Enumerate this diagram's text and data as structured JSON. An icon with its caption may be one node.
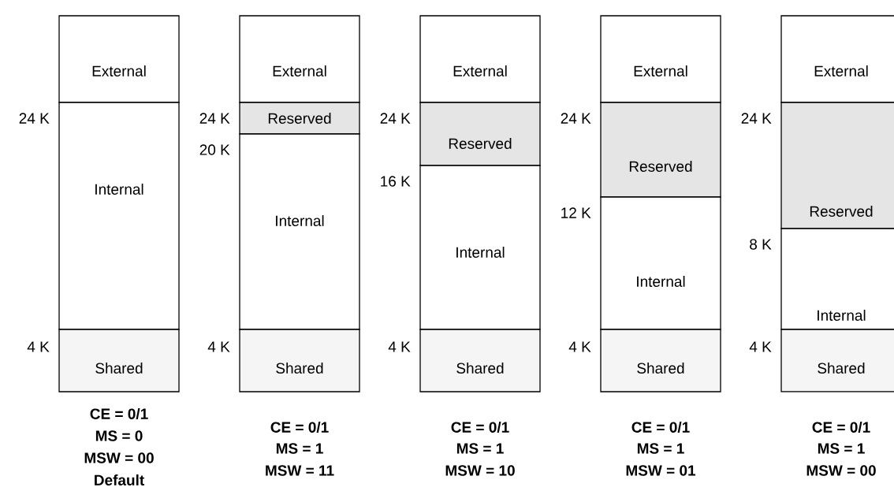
{
  "diagram": {
    "nodes": [
      {
        "text": [
          "External"
        ]
      },
      {
        "text": [
          "Internal"
        ]
      },
      {
        "text": [
          "Shared"
        ]
      },
      {
        "text": [
          "External"
        ]
      },
      {
        "text": [
          "Reserved"
        ]
      },
      {
        "text": [
          "Internal"
        ]
      },
      {
        "text": [
          "Shared"
        ]
      },
      {
        "text": [
          "External"
        ]
      },
      {
        "text": [
          "Reserved"
        ]
      },
      {
        "text": [
          "Internal"
        ]
      },
      {
        "text": [
          "Shared"
        ]
      },
      {
        "text": [
          "External"
        ]
      },
      {
        "text": [
          "Reserved"
        ]
      },
      {
        "text": [
          "Internal"
        ]
      },
      {
        "text": [
          "Shared"
        ]
      },
      {
        "text": [
          "External"
        ]
      },
      {
        "text": [
          "Reserved"
        ]
      },
      {
        "text": [
          "Internal"
        ]
      },
      {
        "text": [
          "Shared"
        ]
      }
    ],
    "labels": [
      "24 K",
      "4 K",
      "CE = 0/1",
      "MS = 0",
      "MSW = 00",
      "Default",
      "24 K",
      "20 K",
      "4 K",
      "CE = 0/1",
      "MS = 1",
      "MSW = 11",
      "24 K",
      "16 K",
      "4 K",
      "CE = 0/1",
      "MS = 1",
      "MSW = 10",
      "24 K",
      "12 K",
      "4 K",
      "CE = 0/1",
      "MS = 1",
      "MSW = 01",
      "24 K",
      "8 K",
      "4 K",
      "CE = 0/1",
      "MS = 1",
      "MSW = 00"
    ]
  }
}
